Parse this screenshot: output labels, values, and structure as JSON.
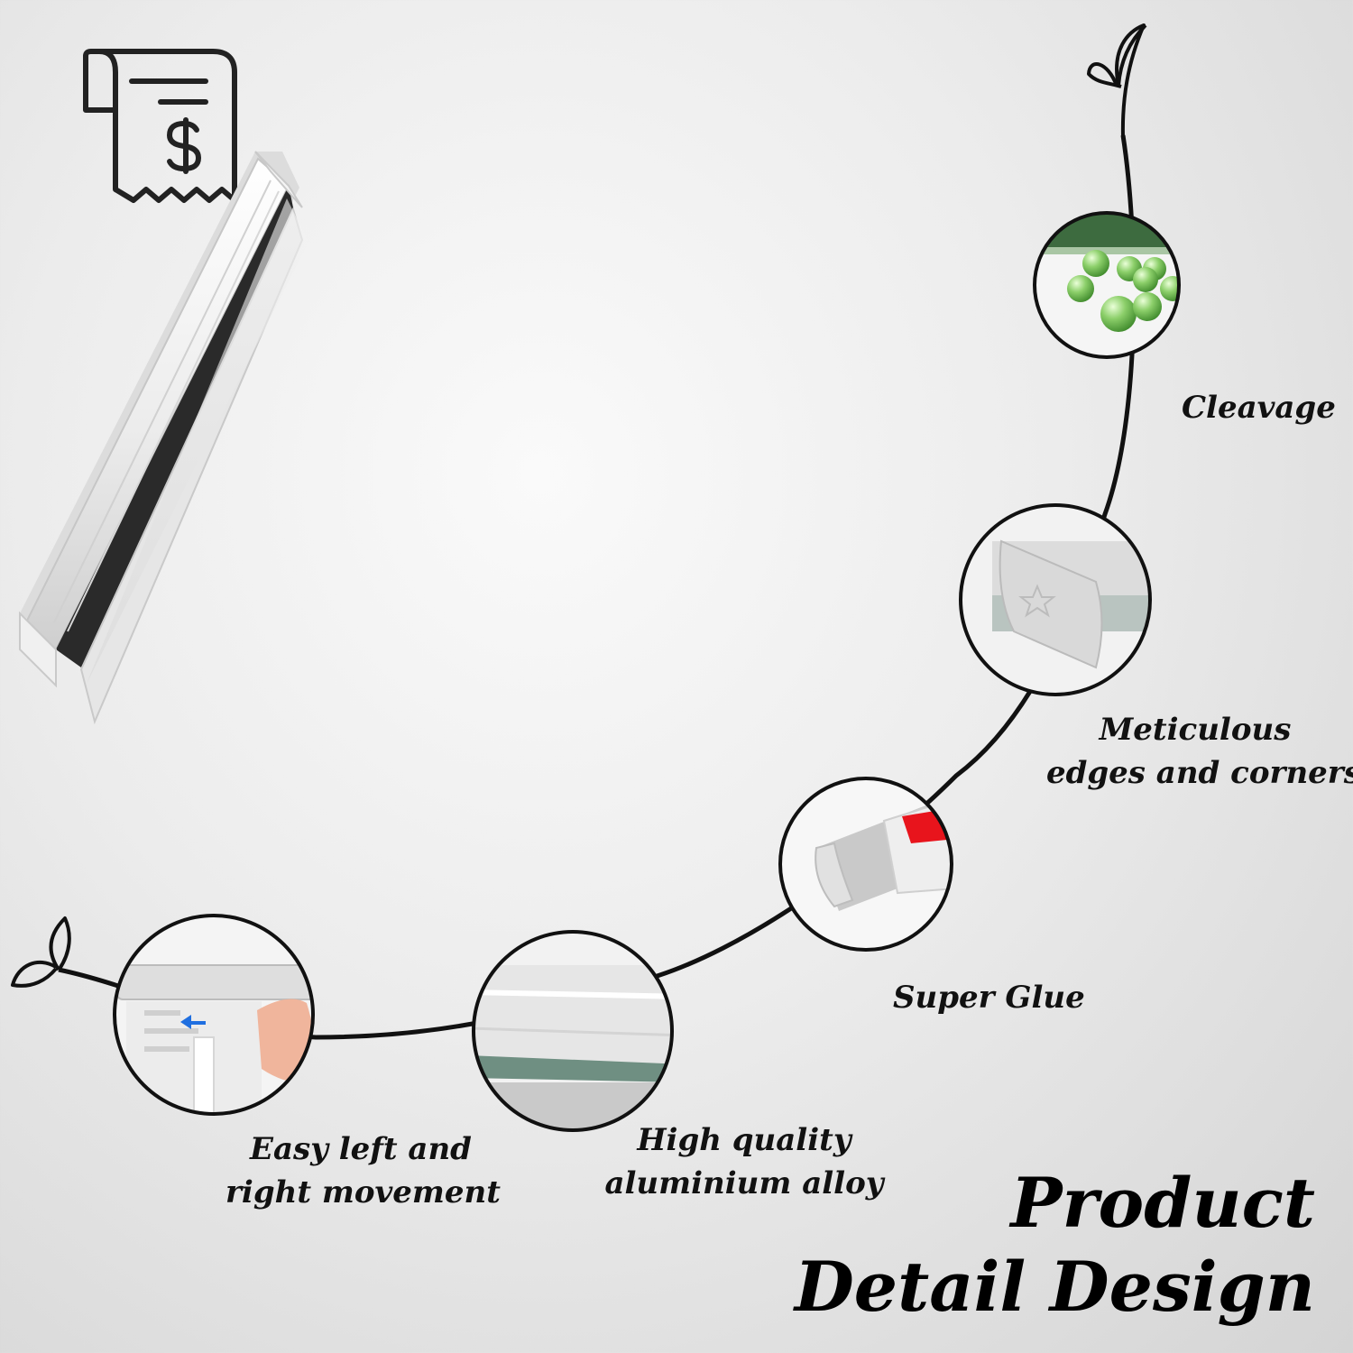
{
  "features": [
    {
      "id": "cleavage",
      "lines": [
        "Cleavage"
      ],
      "image": "green-glass-balls"
    },
    {
      "id": "edges",
      "lines": [
        "Meticulous",
        "edges and corners"
      ],
      "image": "end-cap-closeup"
    },
    {
      "id": "glue",
      "lines": [
        "Super Glue"
      ],
      "image": "adhesive-strip-closeup"
    },
    {
      "id": "alloy",
      "lines": [
        "High quality",
        "aluminium alloy"
      ],
      "image": "rail-surface-closeup"
    },
    {
      "id": "movement",
      "lines": [
        "Easy left and",
        "right movement"
      ],
      "image": "hand-sliding-ticket"
    }
  ],
  "headline": {
    "line1": "Product",
    "line2": "Detail Design"
  },
  "icons": {
    "receipt": "receipt-dollar-icon",
    "leaf": "leaf-sprout-icon"
  },
  "colors": {
    "stroke": "#111111",
    "glue_tab": "#e8141c",
    "balls": "#8ccf6a",
    "rail": "#e9e9e9"
  }
}
